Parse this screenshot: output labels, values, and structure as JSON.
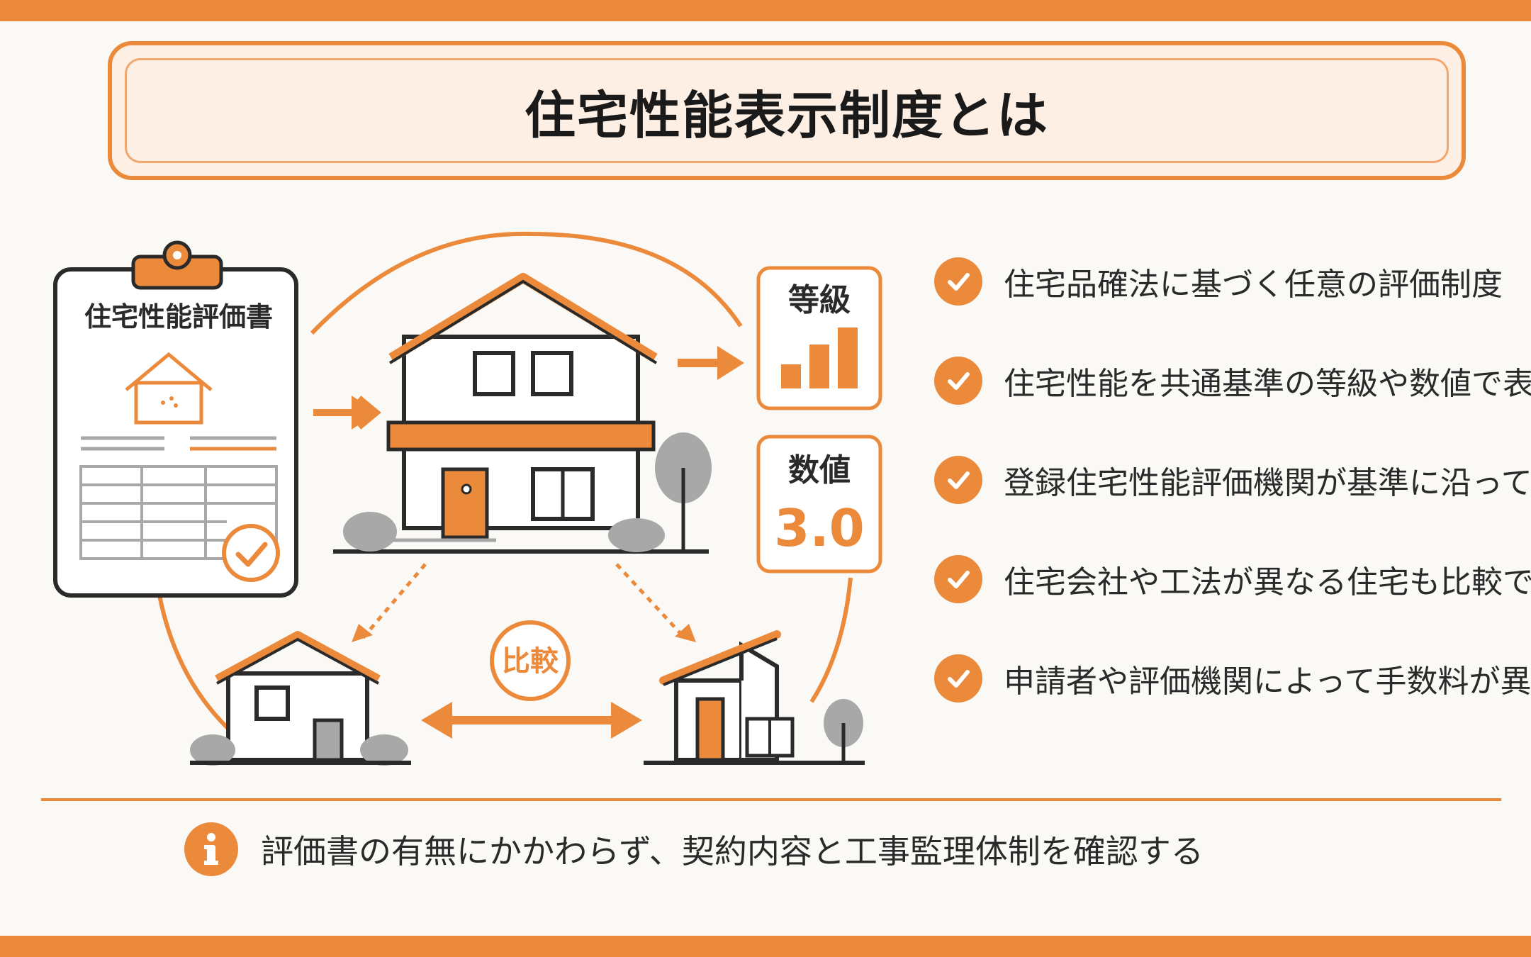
{
  "title": "住宅性能表示制度とは",
  "diagram": {
    "document_title": "住宅性能評価書",
    "grade_label": "等級",
    "numeric_label": "数値",
    "numeric_value": "3.0",
    "compare_label": "比較"
  },
  "points": [
    "住宅品確法に基づく任意の評価制度",
    "住宅性能を共通基準の等級や数値で表示",
    "登録住宅性能評価機関が基準に沿って評価",
    "住宅会社や工法が異なる住宅も比較できる",
    "申請者や評価機関によって手数料が異なる"
  ],
  "note": "評価書の有無にかかわらず、契約内容と工事監理体制を確認する",
  "colors": {
    "accent": "#ec8a3c",
    "dark": "#2a2a2a",
    "gray": "#a8a8a8",
    "background": "#faf9f6"
  }
}
